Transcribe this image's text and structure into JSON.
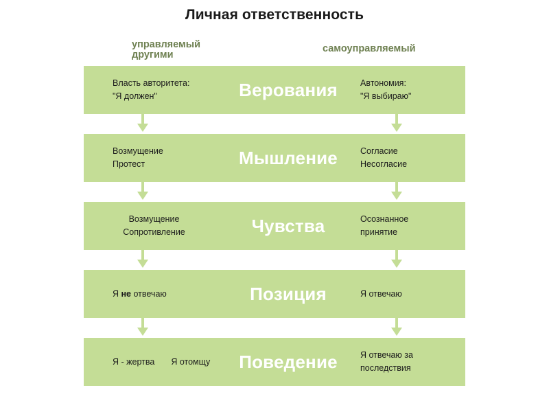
{
  "title": "Личная ответственность",
  "colors": {
    "band": "#c4dd96",
    "arrow": "#c4dd96",
    "header_text": "#6f8152",
    "center_label": "#ffffff",
    "body_text": "#1c1c1c",
    "title_text": "#1a1a1a",
    "background": "#ffffff"
  },
  "columns": {
    "left_header": "управляемый\nдругими",
    "right_header": "самоуправляемый"
  },
  "rows": [
    {
      "center": "Верования",
      "left_lines": [
        "Власть авторитета:",
        "\"Я должен\""
      ],
      "left_align": "left",
      "right_lines": [
        "Автономия:",
        "\"Я выбираю\""
      ]
    },
    {
      "center": "Мышление",
      "left_lines": [
        "Возмущение",
        "Протест"
      ],
      "left_align": "left",
      "right_lines": [
        "Согласие",
        "Несогласие"
      ]
    },
    {
      "center": "Чувства",
      "left_lines": [
        "Возмущение",
        "Сопротивление"
      ],
      "left_align": "center",
      "right_lines": [
        "Осознанное",
        "принятие"
      ]
    },
    {
      "center": "Позиция",
      "left_rich": {
        "before": "Я ",
        "emphasis": "не",
        "after": " отвечаю"
      },
      "left_align": "left",
      "right_lines": [
        "Я отвечаю"
      ]
    },
    {
      "center": "Поведение",
      "left_pair": [
        "Я - жертва",
        "Я отомщу"
      ],
      "left_align": "left",
      "right_lines": [
        "Я отвечаю за",
        "последствия"
      ]
    }
  ],
  "arrows": {
    "icon": "arrow-down-icon",
    "count_per_gap": 2,
    "gaps": 4
  }
}
